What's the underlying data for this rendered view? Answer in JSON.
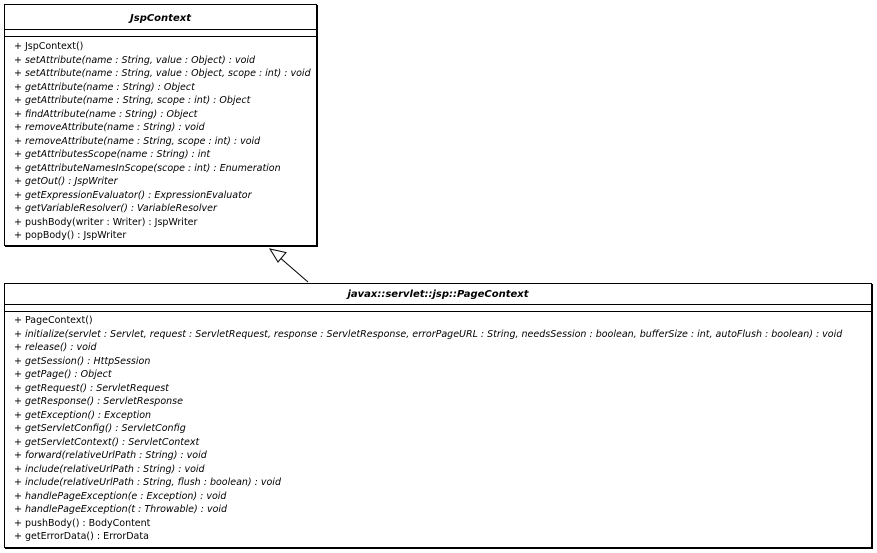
{
  "classes": {
    "jsp_context": {
      "name": "JspContext",
      "operations": [
        {
          "text": "+ JspContext()",
          "abstract": false
        },
        {
          "text": "+ setAttribute(name : String, value : Object) : void",
          "abstract": true
        },
        {
          "text": "+ setAttribute(name : String, value : Object, scope : int) : void",
          "abstract": true
        },
        {
          "text": "+ getAttribute(name : String) : Object",
          "abstract": true
        },
        {
          "text": "+ getAttribute(name : String, scope : int) : Object",
          "abstract": true
        },
        {
          "text": "+ findAttribute(name : String) : Object",
          "abstract": true
        },
        {
          "text": "+ removeAttribute(name : String) : void",
          "abstract": true
        },
        {
          "text": "+ removeAttribute(name : String, scope : int) : void",
          "abstract": true
        },
        {
          "text": "+ getAttributesScope(name : String) : int",
          "abstract": true
        },
        {
          "text": "+ getAttributeNamesInScope(scope : int) : Enumeration",
          "abstract": true
        },
        {
          "text": "+ getOut() : JspWriter",
          "abstract": true
        },
        {
          "text": "+ getExpressionEvaluator() : ExpressionEvaluator",
          "abstract": true
        },
        {
          "text": "+ getVariableResolver() : VariableResolver",
          "abstract": true
        },
        {
          "text": "+ pushBody(writer : Writer) : JspWriter",
          "abstract": false
        },
        {
          "text": "+ popBody() : JspWriter",
          "abstract": false
        }
      ]
    },
    "page_context": {
      "name": "javax::servlet::jsp::PageContext",
      "operations": [
        {
          "text": "+ PageContext()",
          "abstract": false
        },
        {
          "text": "+ initialize(servlet : Servlet, request : ServletRequest, response : ServletResponse, errorPageURL : String, needsSession : boolean, bufferSize : int, autoFlush : boolean) : void",
          "abstract": true
        },
        {
          "text": "+ release() : void",
          "abstract": true
        },
        {
          "text": "+ getSession() : HttpSession",
          "abstract": true
        },
        {
          "text": "+ getPage() : Object",
          "abstract": true
        },
        {
          "text": "+ getRequest() : ServletRequest",
          "abstract": true
        },
        {
          "text": "+ getResponse() : ServletResponse",
          "abstract": true
        },
        {
          "text": "+ getException() : Exception",
          "abstract": true
        },
        {
          "text": "+ getServletConfig() : ServletConfig",
          "abstract": true
        },
        {
          "text": "+ getServletContext() : ServletContext",
          "abstract": true
        },
        {
          "text": "+ forward(relativeUrlPath : String) : void",
          "abstract": true
        },
        {
          "text": "+ include(relativeUrlPath : String) : void",
          "abstract": true
        },
        {
          "text": "+ include(relativeUrlPath : String, flush : boolean) : void",
          "abstract": true
        },
        {
          "text": "+ handlePageException(e : Exception) : void",
          "abstract": true
        },
        {
          "text": "+ handlePageException(t : Throwable) : void",
          "abstract": true
        },
        {
          "text": "+ pushBody() : BodyContent",
          "abstract": false
        },
        {
          "text": "+ getErrorData() : ErrorData",
          "abstract": false
        }
      ]
    }
  },
  "relationships": [
    {
      "type": "generalization",
      "from": "javax::servlet::jsp::PageContext",
      "to": "JspContext"
    }
  ],
  "colors": {
    "line": "#000000",
    "background": "#ffffff"
  }
}
